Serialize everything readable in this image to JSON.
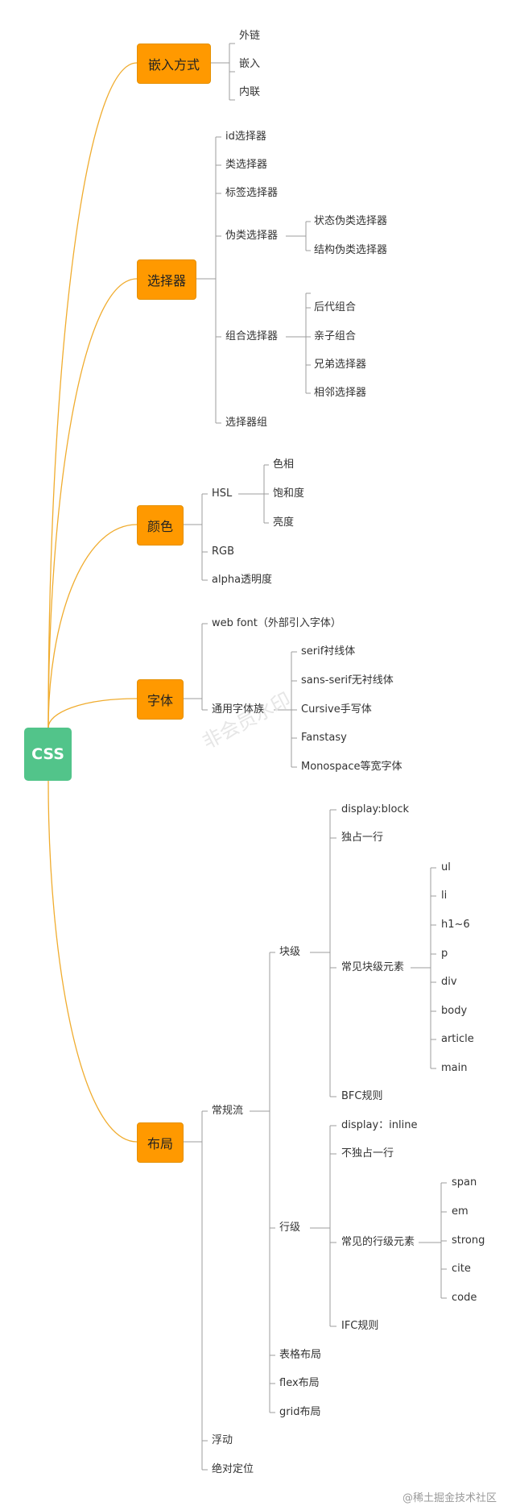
{
  "colors": {
    "root_bg": "#52c48a",
    "main_bg": "#ff9900",
    "curve": "#f0ac2e",
    "line": "#9c9c9c"
  },
  "root": {
    "label": "CSS"
  },
  "branches": {
    "embed": {
      "label": "嵌入方式",
      "items": [
        "外链",
        "嵌入",
        "内联"
      ]
    },
    "selector": {
      "label": "选择器",
      "items": {
        "id": "id选择器",
        "cls": "类选择器",
        "tag": "标签选择器",
        "pseudo": "伪类选择器",
        "pseudo_state": "状态伪类选择器",
        "pseudo_struct": "结构伪类选择器",
        "combo": "组合选择器",
        "combo_desc": "后代组合",
        "combo_child": "亲子组合",
        "combo_sibling": "兄弟选择器",
        "combo_adjacent": "相邻选择器",
        "group": "选择器组"
      }
    },
    "color": {
      "label": "颜色",
      "items": {
        "hsl": "HSL",
        "hue": "色相",
        "sat": "饱和度",
        "light": "亮度",
        "rgb": "RGB",
        "alpha": "alpha透明度"
      }
    },
    "font": {
      "label": "字体",
      "items": {
        "webfont": "web font（外部引入字体）",
        "family": "通用字体族",
        "serif": "serif衬线体",
        "sans": "sans-serif无衬线体",
        "cursive": "Cursive手写体",
        "fantasy": "Fanstasy",
        "mono": "Monospace等宽字体"
      }
    },
    "layout": {
      "label": "布局",
      "items": {
        "flow": "常规流",
        "block": "块级",
        "display_block": "display:block",
        "own_line": "独占一行",
        "block_elems": "常见块级元素",
        "b": [
          "ul",
          "li",
          "h1~6",
          "p",
          "div",
          "body",
          "article",
          "main"
        ],
        "bfc": "BFC规则",
        "inline": "行级",
        "display_inline": "display：inline",
        "not_own_line": "不独占一行",
        "inline_elems": "常见的行级元素",
        "i": [
          "span",
          "em",
          "strong",
          "cite",
          "code"
        ],
        "ifc": "IFC规则",
        "table": "表格布局",
        "flex": "flex布局",
        "grid": "grid布局",
        "float": "浮动",
        "absolute": "绝对定位"
      }
    }
  },
  "watermark": "非会员水印",
  "credit": "@稀土掘金技术社区"
}
